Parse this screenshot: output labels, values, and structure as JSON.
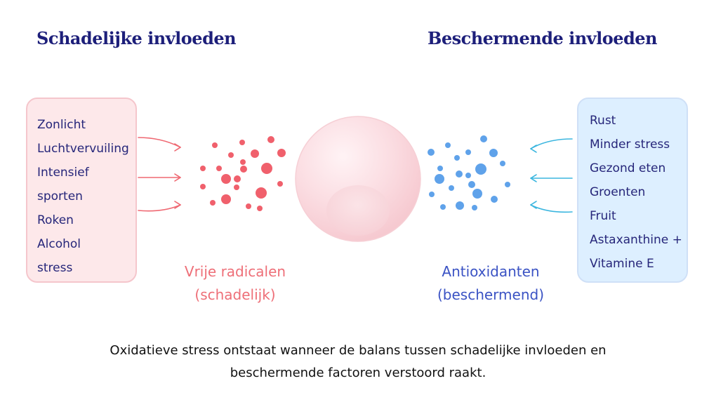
{
  "headings": {
    "harmful": "Schadelijke invloeden",
    "protective": "Beschermende invloeden"
  },
  "harmful_factors": [
    "Zonlicht",
    "Luchtvervuiling",
    "Intensief",
    "sporten",
    "Roken",
    "Alcohol",
    "stress"
  ],
  "protective_factors": [
    "Rust",
    "Minder stress",
    "Gezond eten",
    "Groenten",
    "Fruit",
    "Astaxanthine +",
    "Vitamine E"
  ],
  "labels": {
    "free_radicals_line1": "Vrije radicalen",
    "free_radicals_line2": "(schadelijk)",
    "antioxidants_line1": "Antioxidanten",
    "antioxidants_line2": "(beschermend)"
  },
  "caption": {
    "line1": "Oxidatieve stress ontstaat wanneer de balans tussen schadelijke invloeden en",
    "line2": "beschermende factoren verstoord raakt."
  },
  "colors": {
    "heading": "#1d1f7a",
    "list_text": "#26267a",
    "harmful_box_fill": "#fde8ea",
    "harmful_box_border": "#f5c6cc",
    "protective_box_fill": "#ddefff",
    "protective_box_border": "#cfe0f7",
    "free_radical": "#f0606c",
    "antioxidant": "#5fa2ea",
    "harmful_arrow": "#ef6872",
    "protective_arrow": "#3bb6df",
    "harmful_label": "#ee6f78",
    "protective_label": "#3b53c4",
    "cell_fill": "#fbdde2"
  }
}
